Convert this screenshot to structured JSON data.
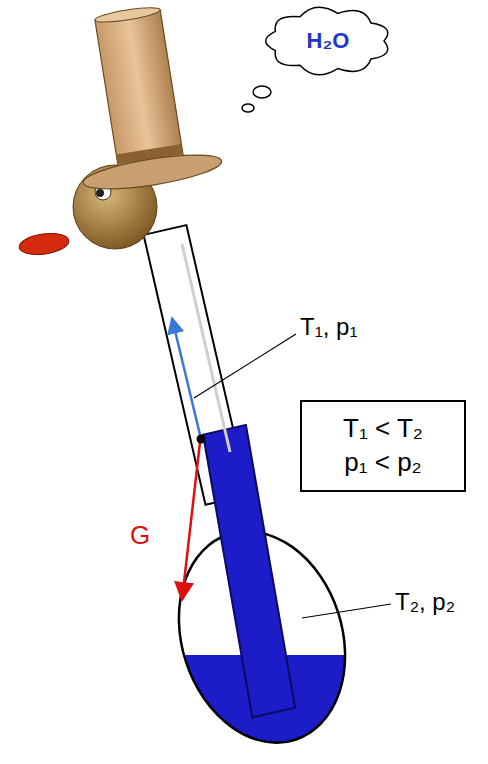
{
  "diagram": {
    "nodes": [
      {
        "text": [
          "H₂O"
        ]
      },
      {
        "text": [
          "T₁ < T₂",
          "p₁ < p₂"
        ]
      }
    ],
    "labels": [
      "T₁, p₁",
      "G",
      "T₂, p₂"
    ]
  }
}
